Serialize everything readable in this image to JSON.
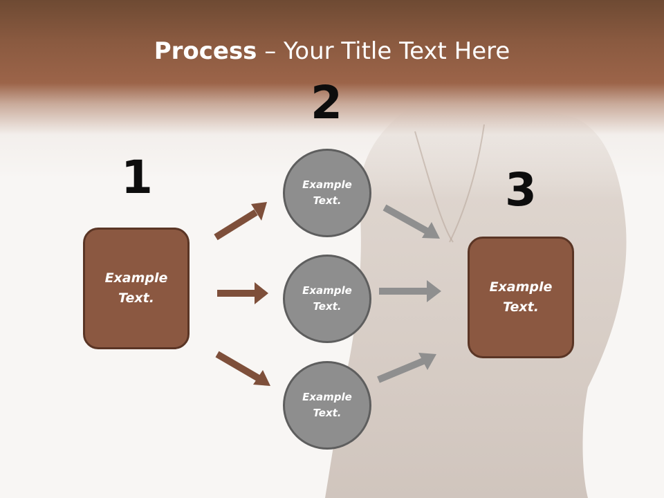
{
  "slide": {
    "title_bold": "Process",
    "title_rest": " – Your Title Text Here"
  },
  "steps": [
    {
      "number": "1",
      "text": "Example\nText."
    },
    {
      "number": "2",
      "items": [
        "Example\nText.",
        "Example\nText.",
        "Example\nText."
      ]
    },
    {
      "number": "3",
      "text": "Example\nText."
    }
  ],
  "colors": {
    "header_brown": "#8a5a40",
    "box_fill": "#8b5841",
    "box_border": "#5a3525",
    "circle_fill": "#8e8e8e",
    "arrow_brown": "#7e4f3a",
    "arrow_gray": "#8f8f8f"
  }
}
